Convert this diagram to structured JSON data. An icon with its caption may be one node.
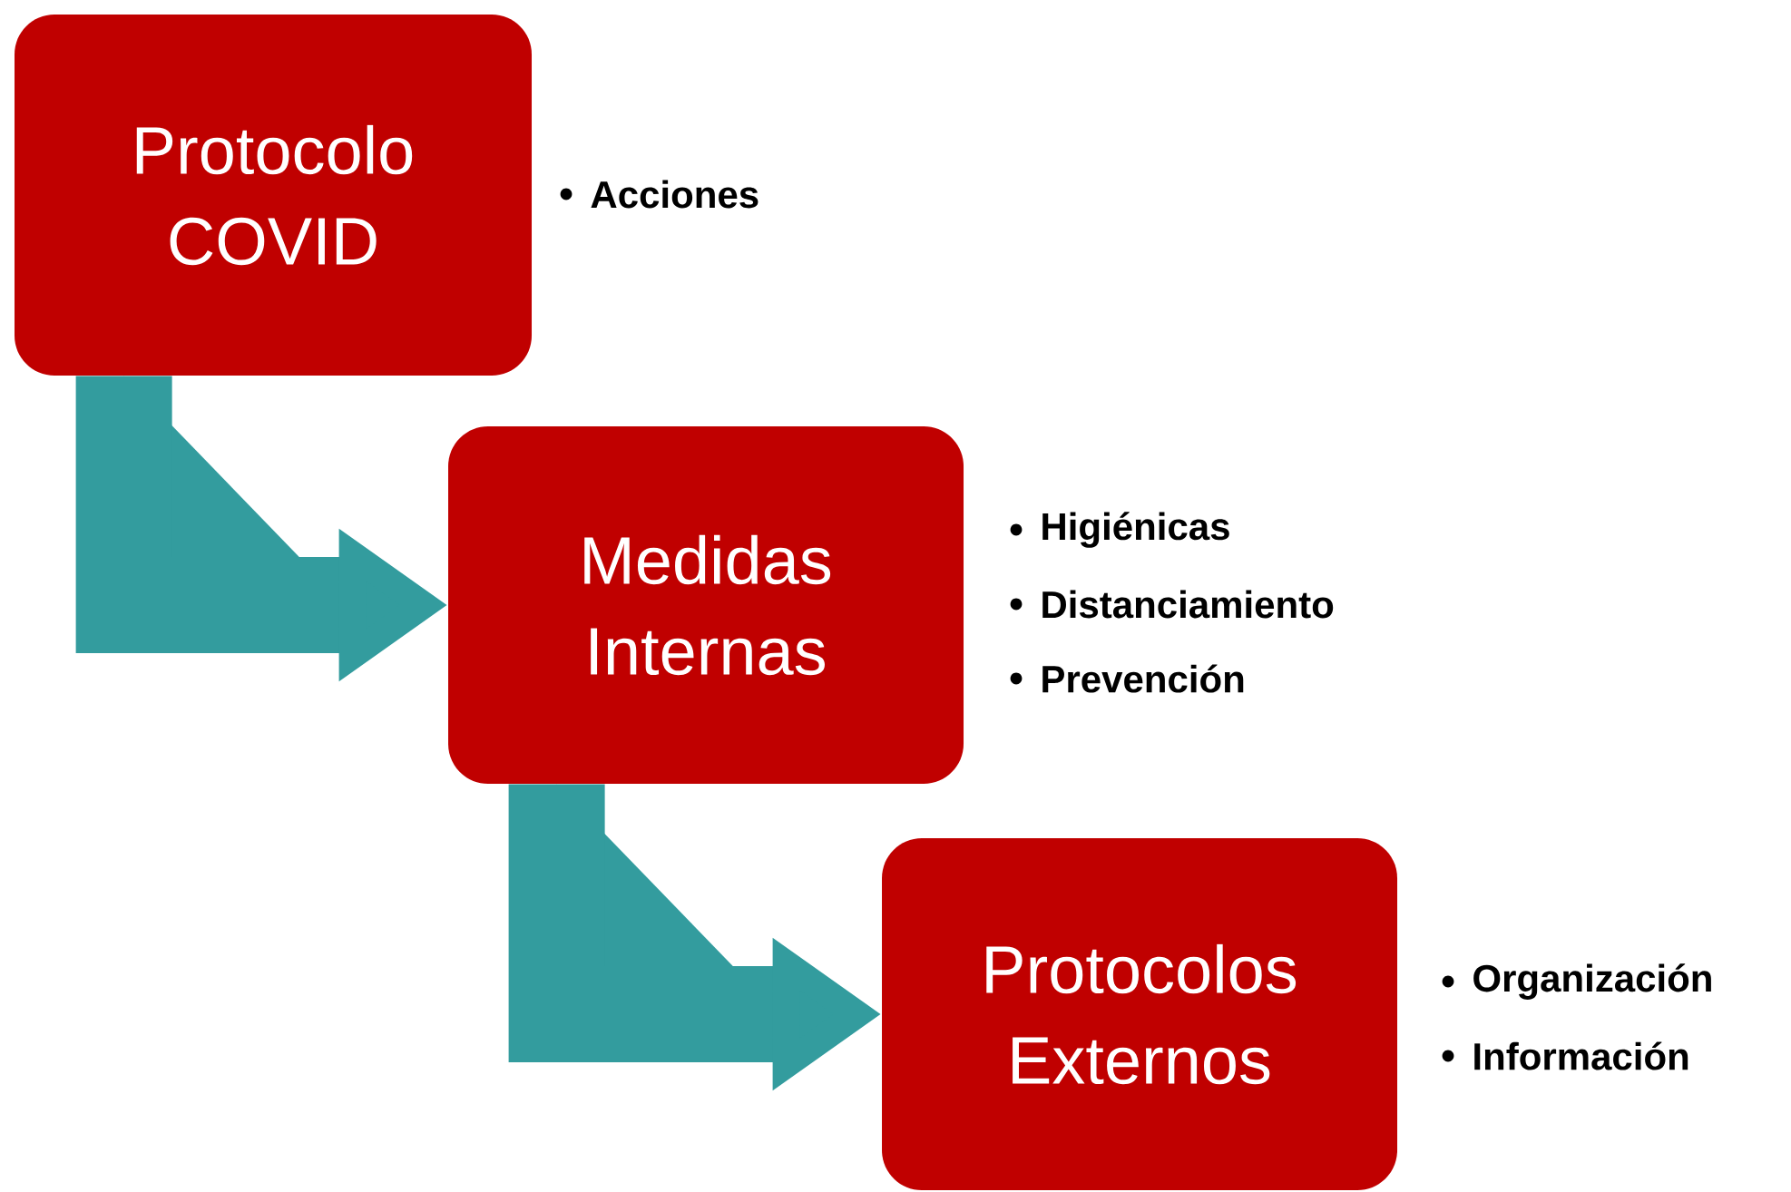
{
  "diagram": {
    "nodes": [
      {
        "text": [
          "Protocolo COVID"
        ],
        "beside": [
          "Acciones"
        ]
      },
      {
        "text": [
          "Medidas Internas"
        ],
        "beside": [
          "Higiénicas",
          "Distanciamiento",
          "Prevención"
        ]
      },
      {
        "text": [
          "Protocolos Externos"
        ],
        "beside": [
          "Organización",
          "Información"
        ]
      }
    ],
    "edges": [
      {
        "from": 0,
        "to": 1,
        "arrow": "to"
      },
      {
        "from": 1,
        "to": 2,
        "arrow": "to"
      }
    ]
  }
}
